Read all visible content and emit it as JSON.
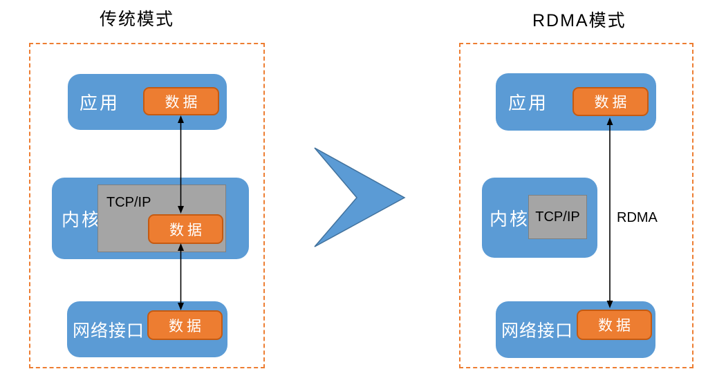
{
  "colors": {
    "blue": "#5B9BD5",
    "blue_border": "#41719C",
    "orange": "#ED7D31",
    "orange_border": "#C55A11",
    "gray": "#A5A5A5",
    "gray_border": "#7F7F7F",
    "panel_border": "#ED7D31",
    "arrow": "#000000",
    "text_light": "#FFFFFF",
    "text_dark": "#000000"
  },
  "left_panel": {
    "title": "传统模式",
    "app": {
      "label": "应用",
      "data_badge": "数据"
    },
    "kernel": {
      "label": "内核",
      "stack_label": "TCP/IP",
      "data_badge": "数据"
    },
    "nic": {
      "label": "网络接口",
      "data_badge": "数据"
    }
  },
  "right_panel": {
    "title": "RDMA模式",
    "app": {
      "label": "应用",
      "data_badge": "数据"
    },
    "kernel": {
      "label": "内核",
      "stack_label": "TCP/IP"
    },
    "nic": {
      "label": "网络接口",
      "data_badge": "数据"
    },
    "arrow_label": "RDMA"
  }
}
